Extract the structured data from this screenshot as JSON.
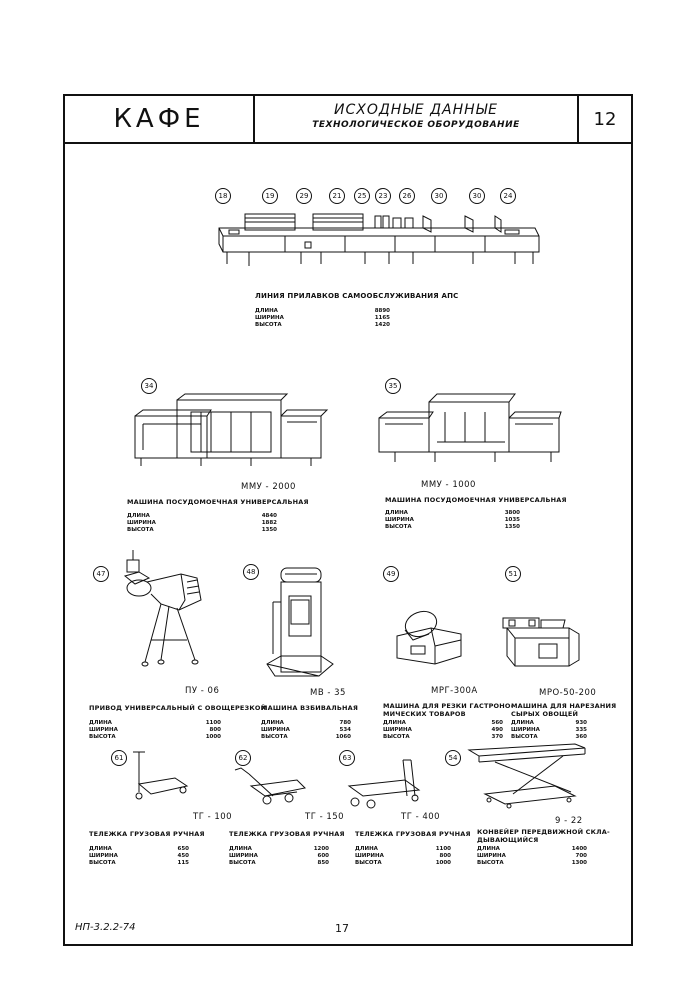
{
  "header": {
    "cafe": "КАФЕ",
    "title": "ИСХОДНЫЕ ДАННЫЕ",
    "subtitle": "ТЕХНОЛОГИЧЕСКОЕ ОБОРУДОВАНИЕ",
    "sheet": "12"
  },
  "footer": {
    "code": "НП-3.2.2-74",
    "page": "17"
  },
  "dim_labels": {
    "length": "ДЛИНА",
    "width": "ШИРИНА",
    "height": "ВЫСОТА"
  },
  "counter_line": {
    "numbers": [
      "18",
      "19",
      "29",
      "21",
      "25",
      "23",
      "26",
      "30",
      "30",
      "24"
    ],
    "caption": "ЛИНИЯ ПРИЛАВКОВ САМООБСЛУЖИВАНИЯ АПС",
    "length": "8890",
    "width": "1165",
    "height": "1420"
  },
  "dishwashers": [
    {
      "number": "34",
      "model": "ММУ - 2000",
      "caption": "МАШИНА ПОСУДОМОЕЧНАЯ УНИВЕРСАЛЬНАЯ",
      "length": "4840",
      "width": "1882",
      "height": "1350"
    },
    {
      "number": "35",
      "model": "ММУ - 1000",
      "caption": "МАШИНА ПОСУДОМОЕЧНАЯ УНИВЕРСАЛЬНАЯ",
      "length": "3800",
      "width": "1035",
      "height": "1350"
    }
  ],
  "machines": [
    {
      "number": "47",
      "model": "ПУ - 06",
      "caption": "ПРИВОД УНИВЕРСАЛЬНЫЙ С ОВОЩЕРЕЗКОЙ",
      "caption2": "",
      "length": "1100",
      "width": "800",
      "height": "1000"
    },
    {
      "number": "48",
      "model": "МВ - 35",
      "caption": "МАШИНА ВЗБИВАЛЬНАЯ",
      "caption2": "",
      "length": "780",
      "width": "534",
      "height": "1060"
    },
    {
      "number": "49",
      "model": "МРГ-300А",
      "caption": "МАШИНА ДЛЯ РЕЗКИ ГАСТРОНО-",
      "caption2": "МИЧЕСКИХ ТОВАРОВ",
      "length": "560",
      "width": "490",
      "height": "370"
    },
    {
      "number": "51",
      "model": "МРО-50-200",
      "caption": "МАШИНА ДЛЯ НАРЕЗАНИЯ",
      "caption2": "СЫРЫХ ОВОЩЕЙ",
      "length": "930",
      "width": "335",
      "height": "360"
    }
  ],
  "carts": [
    {
      "number": "61",
      "model": "ТГ - 100",
      "caption": "ТЕЛЕЖКА ГРУЗОВАЯ РУЧНАЯ",
      "caption2": "",
      "length": "650",
      "width": "450",
      "height": "115"
    },
    {
      "number": "62",
      "model": "ТГ - 150",
      "caption": "ТЕЛЕЖКА ГРУЗОВАЯ РУЧНАЯ",
      "caption2": "",
      "length": "1200",
      "width": "600",
      "height": "850"
    },
    {
      "number": "63",
      "model": "ТГ - 400",
      "caption": "ТЕЛЕЖКА ГРУЗОВАЯ РУЧНАЯ",
      "caption2": "",
      "length": "1100",
      "width": "800",
      "height": "1000"
    },
    {
      "number": "54",
      "model": "9 - 22",
      "caption": "КОНВЕЙЕР ПЕРЕДВИЖНОЙ СКЛА-",
      "caption2": "ДЫВАЮЩИЙСЯ",
      "length": "1400",
      "width": "700",
      "height": "1300"
    }
  ]
}
